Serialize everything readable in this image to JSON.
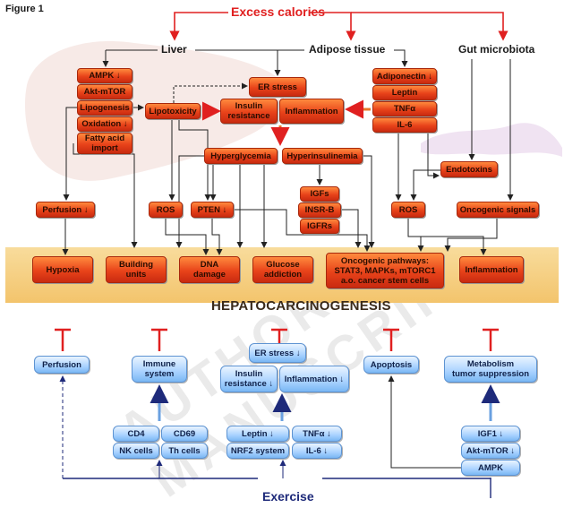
{
  "figure_label": "Figure 1",
  "watermark": "AUTHOR MANUSCRIPT",
  "title": "HEPATOCARCINOGENESIS",
  "colors": {
    "risk": "#e8431a",
    "protect": "#a9d2ff",
    "excess_red": "#e02020",
    "exercise_blue": "#1e2a7a"
  },
  "sources": {
    "excess_calories": "Excess calories",
    "liver": "Liver",
    "adipose": "Adipose tissue",
    "gut": "Gut microbiota",
    "exercise": "Exercise"
  },
  "risk_boxes": {
    "ampk": "AMPK ↓",
    "akt_mtor": "Akt-mTOR",
    "lipogenesis": "Lipogenesis",
    "oxidation": "Oxidation ↓",
    "fatty_acid": "Fatty acid\nimport",
    "lipotoxicity": "Lipotoxicity",
    "er_stress": "ER stress",
    "insulin_resistance": "Insulin\nresistance",
    "inflammation": "Inflammation",
    "adiponectin": "Adiponectin ↓",
    "leptin": "Leptin",
    "tnfa": "TNFα",
    "il6": "IL-6",
    "hyperglycemia": "Hyperglycemia",
    "hyperinsulinemia": "Hyperinsulinemia",
    "endotoxins": "Endotoxins",
    "perfusion": "Perfusion ↓",
    "ros_left": "ROS",
    "pten": "PTEN ↓",
    "igfs": "IGFs",
    "insrb": "INSR-B",
    "igfrs": "IGFRs",
    "ros_right": "ROS",
    "oncogenic_signals": "Oncogenic signals"
  },
  "outcomes": {
    "hypoxia": "Hypoxia",
    "building_units": "Building\nunits",
    "dna_damage": "DNA\ndamage",
    "glucose_addiction": "Glucose\naddiction",
    "oncogenic_pathways": "Oncogenic pathways:\nSTAT3, MAPKs, mTORC1\na.o. cancer stem cells",
    "inflammation": "Inflammation"
  },
  "protective_boxes": {
    "perfusion": "Perfusion",
    "immune": "Immune\nsystem",
    "er_stress": "ER stress ↓",
    "insulin_resistance": "Insulin\nresistance ↓",
    "inflammation": "Inflammation ↓",
    "apoptosis": "Apoptosis",
    "metabolism": "Metabolism\ntumor suppression",
    "cd4": "CD4",
    "cd69": "CD69",
    "nk_cells": "NK cells",
    "th_cells": "Th cells",
    "leptin": "Leptin ↓",
    "tnfa": "TNFα ↓",
    "nrf2": "NRF2 system",
    "il6": "IL-6 ↓",
    "igf1": "IGF1 ↓",
    "akt_mtor": "Akt-mTOR ↓",
    "ampk": "AMPK"
  }
}
